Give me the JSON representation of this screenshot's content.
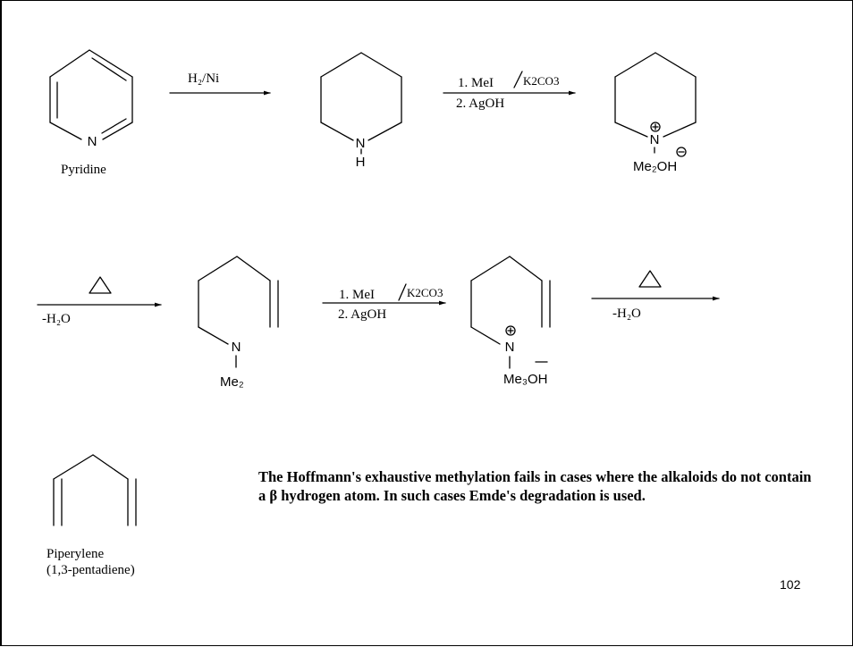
{
  "reaction1": {
    "compound_label": "Pyridine",
    "ring_atom": "N",
    "reagent": "H₂/Ni"
  },
  "piperidine": {
    "ring_atom": "N",
    "h_label": "H"
  },
  "reaction2": {
    "reagent_line1": "1. MeI",
    "reagent_k2co3": "K2CO3",
    "reagent_line2": "2. AgOH"
  },
  "ammonium1": {
    "ring_atom": "N",
    "substituents": "Me₂OH",
    "plus_charge": "+",
    "minus_charge": "−"
  },
  "reaction3": {
    "heat_symbol": "△",
    "byproduct": "-H₂O"
  },
  "amine": {
    "atom": "N",
    "substituents": "Me₂"
  },
  "reaction4": {
    "reagent_line1": "1. MeI",
    "reagent_k2co3": "K2CO3",
    "reagent_line2": "2. AgOH"
  },
  "ammonium2": {
    "atom": "N",
    "substituents": "Me₃OH",
    "plus_charge": "+"
  },
  "reaction5": {
    "heat_symbol": "△",
    "byproduct": "-H₂O"
  },
  "product": {
    "name_line1": "Piperylene",
    "name_line2": "(1,3-pentadiene)"
  },
  "note": {
    "text": "The Hoffmann's exhaustive methylation fails in cases where the alkaloids do not contain a β hydrogen atom. In such cases Emde's degradation is used."
  },
  "page_number": "102"
}
